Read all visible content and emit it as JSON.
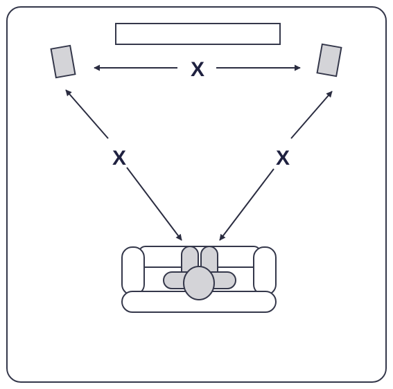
{
  "labels": {
    "top_distance": "X",
    "left_distance": "X",
    "right_distance": "X"
  },
  "colors": {
    "outline": "#34374a",
    "fill": "#d4d4d8",
    "arrow": "#2a2c40",
    "label": "#1f2140",
    "background": "#ffffff"
  }
}
